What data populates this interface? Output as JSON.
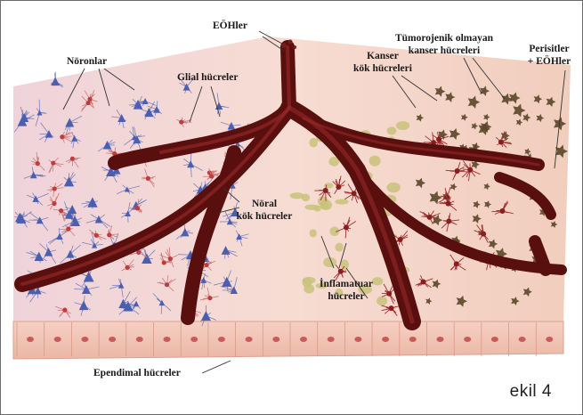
{
  "figure": {
    "caption": "ekil 4",
    "labels": {
      "eohler": "EÖHler",
      "noronlar": "Nöronlar",
      "glial": "Glial hücreler",
      "kanser_kok_1": "Kanser",
      "kanser_kok_2": "kök hücreleri",
      "tumor_1": "Tümorojenik olmayan",
      "tumor_2": "kanser hücreleri",
      "perisit_1": "Perisitler",
      "perisit_2": "+ EÖHler",
      "noral_1": "Nöral",
      "noral_2": "kök hücreler",
      "inflam_1": "İnflamatuar",
      "inflam_2": "hücreler",
      "ependimal": "Ependimal hücreler"
    },
    "colors": {
      "vessel": "#6b1414",
      "vessel_highlight": "#9a2a2a",
      "tissue_left": "#f4dada",
      "tissue_right": "#f6d4c8",
      "neuron": "#4a5fb0",
      "glial": "#d07a7a",
      "cancer_stem": "#c8c27a",
      "tumor": "#5a4628",
      "ependymal": "#f2c3b6",
      "ependymal_nucleus": "#c85a5a"
    }
  }
}
